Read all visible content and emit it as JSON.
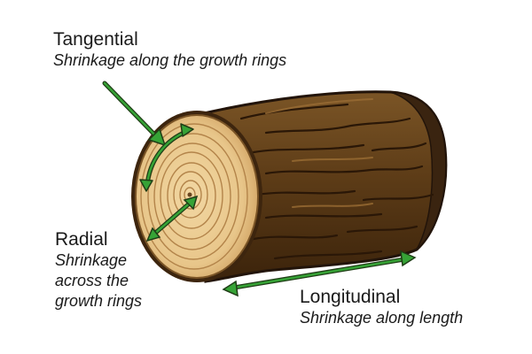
{
  "diagram": {
    "tangential": {
      "title": "Tangential",
      "description": "Shrinkage along the growth rings"
    },
    "radial": {
      "title": "Radial",
      "description_lines": [
        "Shrinkage",
        "across the",
        "growth rings"
      ]
    },
    "longitudinal": {
      "title": "Longitudinal",
      "description": "Shrinkage along length"
    },
    "colors": {
      "arrow": "#2e9a2e",
      "arrow_outline": "#1f3d16",
      "bark": "#5a3a16",
      "bark_highlight": "#7a5426",
      "bark_dark": "#2b1808",
      "end_grain": "#e7c78c",
      "ring": "#b88a4c"
    }
  }
}
